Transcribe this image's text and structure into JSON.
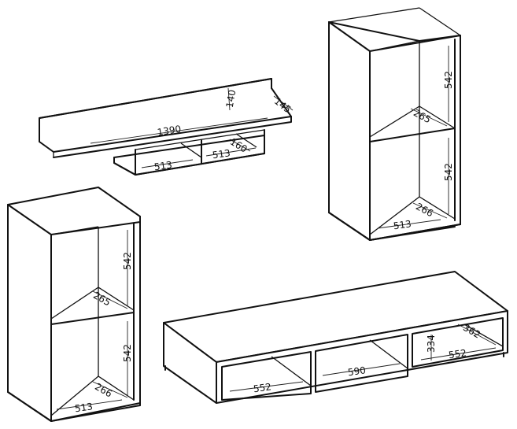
{
  "colors": {
    "line": "#111111",
    "background": "#ffffff"
  },
  "dimensions": {
    "wall_shelf": {
      "width": "1390",
      "height": "140",
      "depth": "145",
      "box_compartment_left": "513",
      "box_compartment_right": "513",
      "box_depth": "160"
    },
    "hanging_cabinet": {
      "upper_height": "542",
      "lower_height": "542",
      "upper_depth": "265",
      "lower_depth": "266",
      "width": "513"
    },
    "floor_cabinet": {
      "upper_height": "542",
      "lower_height": "542",
      "upper_depth": "265",
      "lower_depth": "266",
      "width": "513"
    },
    "tv_unit": {
      "left_compartment": "552",
      "middle_compartment": "590",
      "right_compartment": "552",
      "depth": "362",
      "height": "334"
    }
  }
}
